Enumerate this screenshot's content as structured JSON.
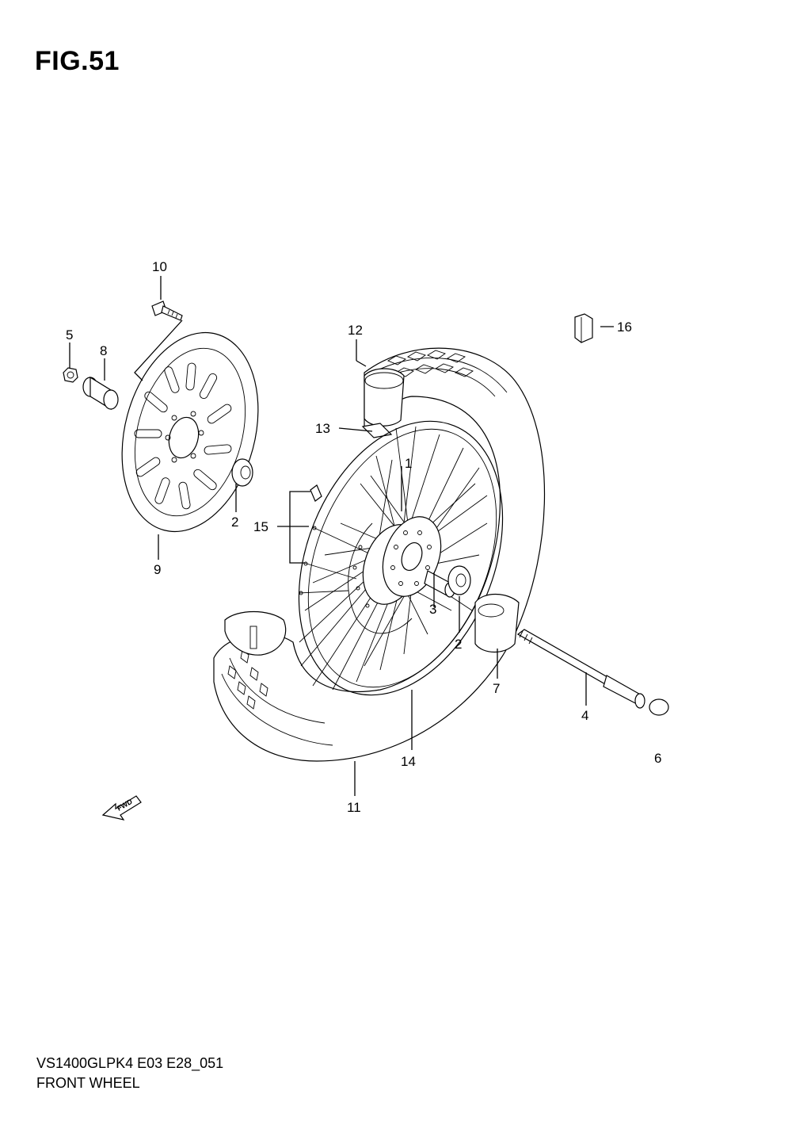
{
  "figure": {
    "title": "FIG.51",
    "model_code": "VS1400GLPK4 E03 E28_051",
    "name": "FRONT WHEEL"
  },
  "direction_arrow": {
    "label": "FWD"
  },
  "callouts": {
    "c1": "1",
    "c2a": "2",
    "c2b": "2",
    "c3": "3",
    "c4": "4",
    "c5": "5",
    "c6": "6",
    "c7": "7",
    "c8": "8",
    "c9": "9",
    "c10": "10",
    "c11": "11",
    "c12": "12",
    "c13": "13",
    "c14": "14",
    "c15": "15",
    "c16": "16"
  }
}
